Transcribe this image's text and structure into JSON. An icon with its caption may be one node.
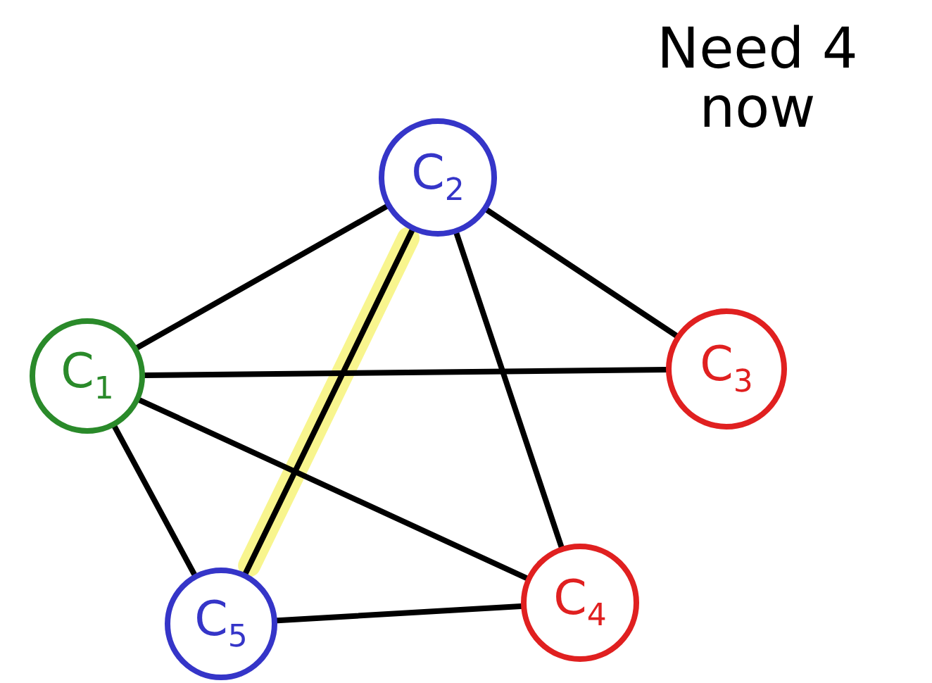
{
  "diagram": {
    "nodes": [
      {
        "text": [
          "C$_{1}$"
        ]
      },
      {
        "text": [
          "C$_{2}$"
        ]
      },
      {
        "text": [
          "C$_{3}$"
        ]
      },
      {
        "text": [
          "C$_{4}$"
        ]
      },
      {
        "text": [
          "C$_{5}$"
        ]
      }
    ],
    "edges": [
      {
        "from": 0,
        "to": 1,
        "arrow": "none"
      },
      {
        "from": 0,
        "to": 2,
        "arrow": "none"
      },
      {
        "from": 0,
        "to": 3,
        "arrow": "none"
      },
      {
        "from": 0,
        "to": 4,
        "arrow": "none"
      },
      {
        "from": 1,
        "to": 2,
        "arrow": "none"
      },
      {
        "from": 1,
        "to": 3,
        "arrow": "none"
      },
      {
        "from": 1,
        "to": 4,
        "arrow": "none",
        "style": "thick",
        "color": "#f7f37a"
      },
      {
        "from": 1,
        "to": 4,
        "arrow": "none"
      },
      {
        "from": 4,
        "to": 3,
        "arrow": "none"
      }
    ],
    "labels": [
      "Need 4 now"
    ]
  }
}
